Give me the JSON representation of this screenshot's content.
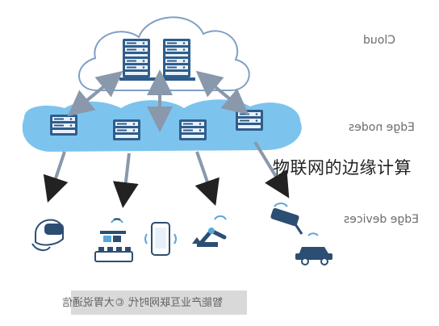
{
  "labels": {
    "cloud": "Cloud",
    "edge_nodes": "Edge nodes",
    "edge_devices": "Edge devices"
  },
  "caption": "物联网的边缘计算",
  "watermark": "智能产业互联网时代 ©大胃说通信",
  "colors": {
    "cloud_outline": "#7f9fc4",
    "edge_band": "#7cc4ee",
    "server_fill": "#2f5d8c",
    "arrow": "#8a98ab",
    "device_icon": "#2c4e73",
    "device_accent": "#5aa6d8"
  },
  "icons": {
    "device_1": "vr-headset-icon",
    "device_2": "robotic-assembly-line-icon",
    "device_3": "smartphone-icon",
    "device_4": "robot-arm-icon",
    "device_5": "security-camera-icon",
    "device_6": "connected-car-icon"
  }
}
